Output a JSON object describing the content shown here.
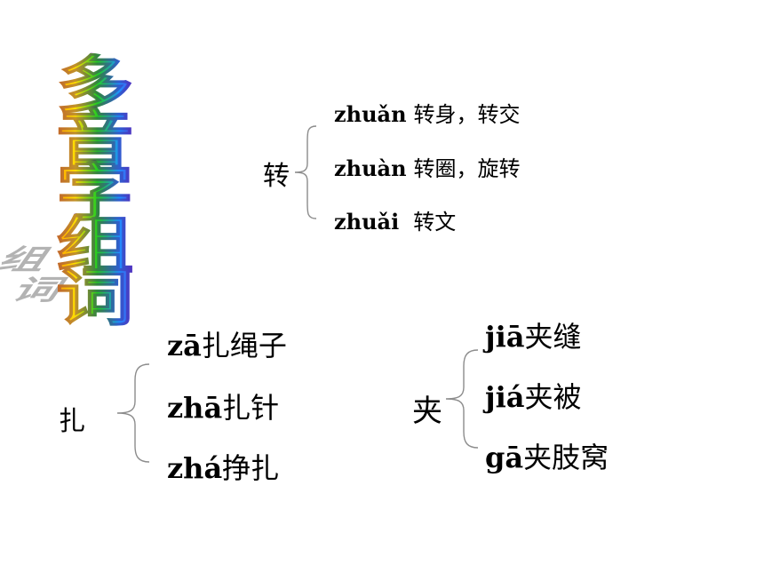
{
  "title": {
    "chars": [
      "多",
      "音",
      "字",
      "组",
      "词"
    ]
  },
  "groups": {
    "zhuan": {
      "char": "转",
      "entries": [
        {
          "pinyin": "zhuǎn",
          "words": "转身，转交"
        },
        {
          "pinyin": "zhuàn",
          "words": "转圈，旋转"
        },
        {
          "pinyin": "zhuǎi",
          "words": "转文"
        }
      ]
    },
    "zha": {
      "char": "扎",
      "entries": [
        {
          "pinyin": "zā",
          "words": "扎绳子"
        },
        {
          "pinyin": "zhā",
          "words": "扎针"
        },
        {
          "pinyin": "zhá",
          "words": "挣扎"
        }
      ]
    },
    "jia": {
      "char": "夹",
      "entries": [
        {
          "pinyin": "jiā",
          "words": "夹缝"
        },
        {
          "pinyin": "jiá",
          "words": "夹被"
        },
        {
          "pinyin": "gā",
          "words": "夹肢窝"
        }
      ]
    }
  },
  "colors": {
    "title_gradient": [
      "#ff2020",
      "#ff9900",
      "#ffe000",
      "#22cc22",
      "#1e90ff",
      "#6a2bd9",
      "#ff00cc"
    ],
    "brace": "#8c8c8c",
    "text": "#000000"
  }
}
